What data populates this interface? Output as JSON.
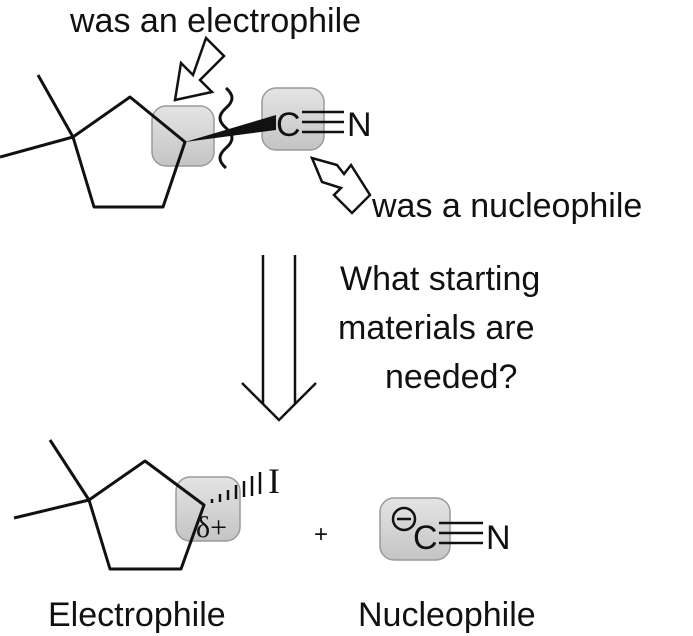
{
  "labels": {
    "electrophile_hint": "was an electrophile",
    "nucleophile_hint": "was a nucleophile",
    "question_line1": "What starting",
    "question_line2": "materials are",
    "question_line3": "needed?",
    "electrophile_caption": "Electrophile",
    "nucleophile_caption": "Nucleophile",
    "plus": "+"
  },
  "product": {
    "nitrile_carbon": "C",
    "nitrile_nitrogen": "N"
  },
  "starting_materials": {
    "iodine": "I",
    "partial_charge": "δ+",
    "anion_charge": "−",
    "cyanide_carbon": "C",
    "cyanide_nitrogen": "N"
  },
  "colors": {
    "highlight_fill": "#d4d4d4",
    "highlight_stroke": "#9a9a9a",
    "ink": "#111111"
  }
}
